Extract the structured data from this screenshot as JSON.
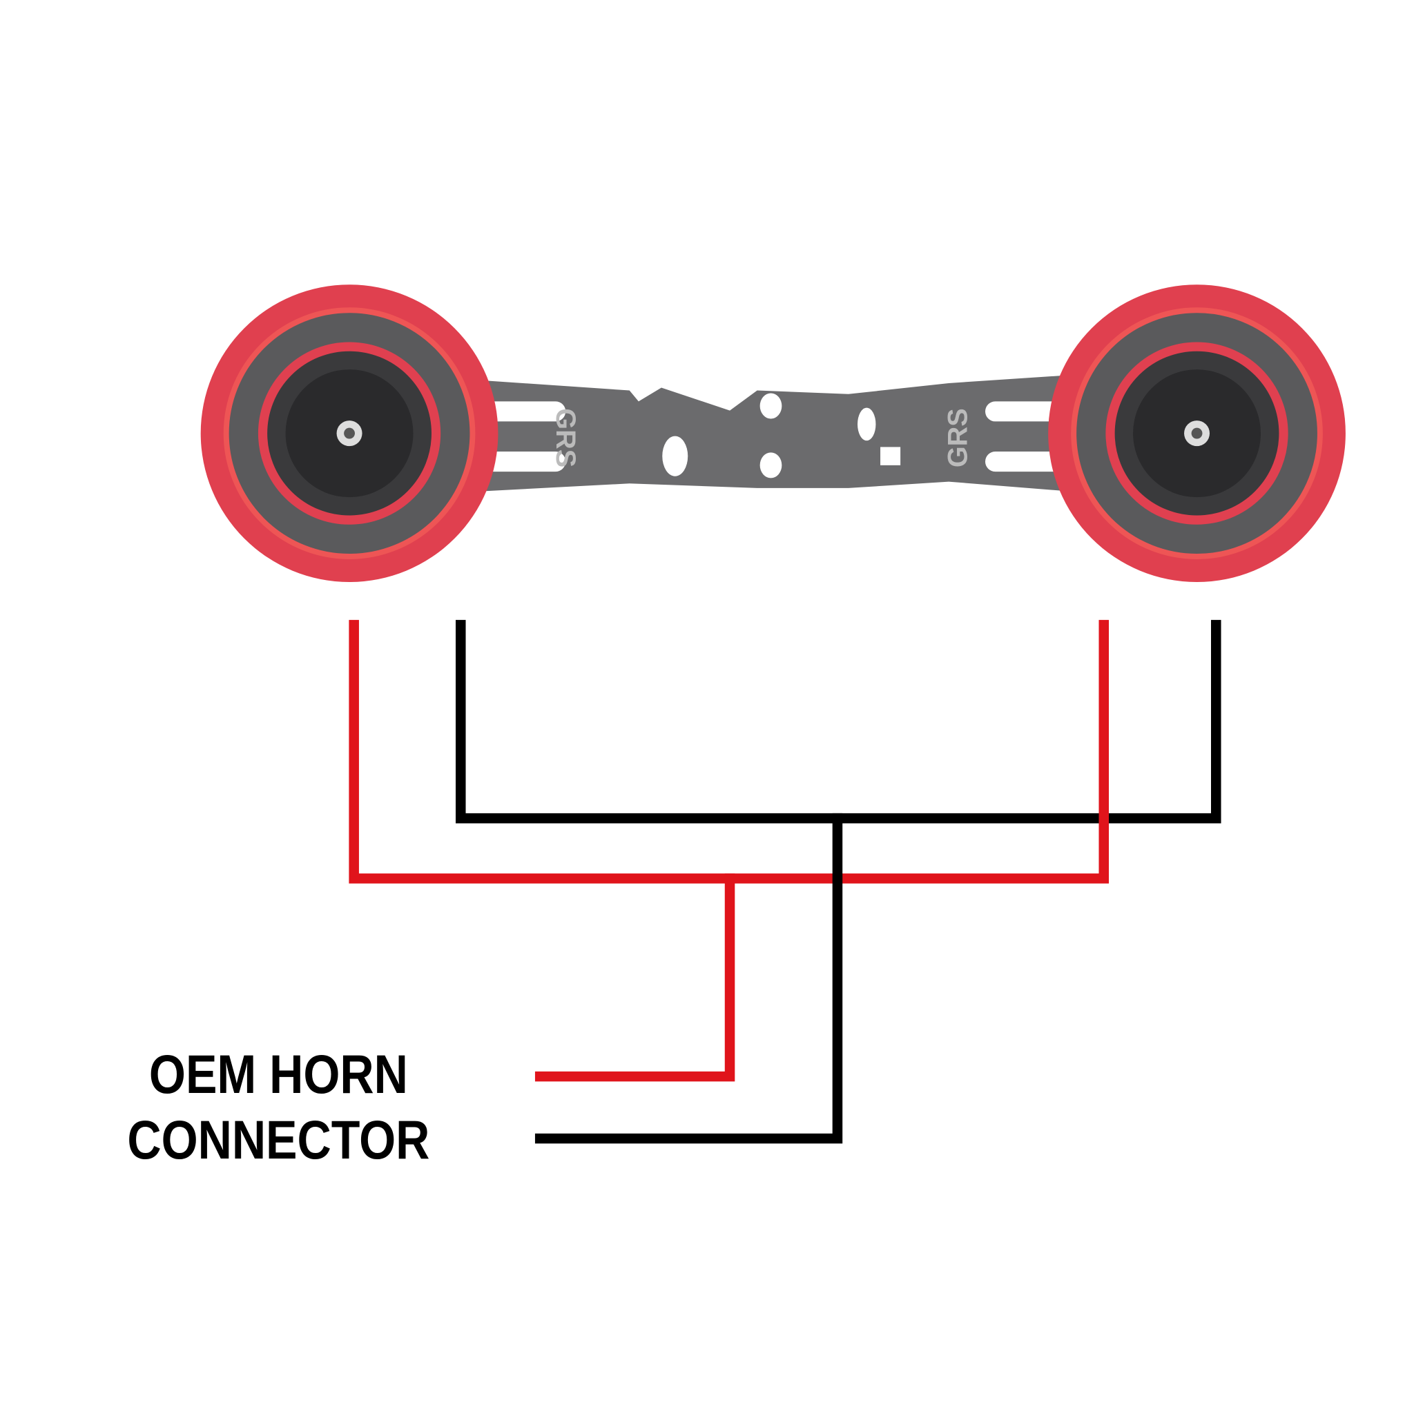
{
  "label": {
    "line1": "OEM HORN",
    "line2": "CONNECTOR"
  },
  "colors": {
    "positive_wire": "#e0141b",
    "ground_wire": "#000000",
    "horn_ring": "#e0404f",
    "bracket": "#6b6b6d",
    "background": "#ffffff"
  },
  "bracket_logo": "GRS",
  "components": [
    "left-horn",
    "right-horn",
    "mounting-bracket"
  ]
}
